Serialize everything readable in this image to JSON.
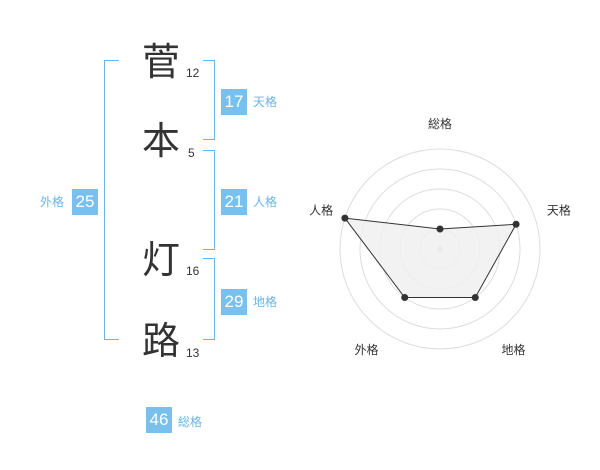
{
  "name": {
    "characters": [
      {
        "char": "菅",
        "strokes": "12"
      },
      {
        "char": "本",
        "strokes": "5"
      },
      {
        "char": "灯",
        "strokes": "16"
      },
      {
        "char": "路",
        "strokes": "13"
      }
    ]
  },
  "kaku": {
    "tenkaku": {
      "value": "17",
      "label": "天格"
    },
    "jinkaku": {
      "value": "21",
      "label": "人格"
    },
    "chikaku": {
      "value": "29",
      "label": "地格"
    },
    "gaikaku": {
      "value": "25",
      "label": "外格"
    },
    "soukaku": {
      "value": "46",
      "label": "総格"
    }
  },
  "colors": {
    "accent": "#6ab4e8",
    "badge": "#78c0ee",
    "label": "#6ab4e8",
    "polygon_fill": "#f0f0f0",
    "grid": "#dddddd",
    "line": "#333333"
  },
  "chart_data": {
    "type": "radar",
    "categories": [
      "総格",
      "天格",
      "地格",
      "外格",
      "人格"
    ],
    "values": [
      0.2,
      0.8,
      0.6,
      0.6,
      1.0
    ],
    "rings": 5,
    "range": [
      0,
      1
    ]
  }
}
